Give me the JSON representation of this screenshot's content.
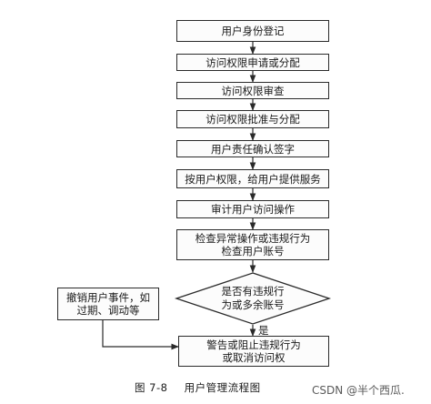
{
  "nodes": {
    "register": "用户身份登记",
    "apply": "访问权限申请或分配",
    "review": "访问权限审查",
    "approve": "访问权限批准与分配",
    "confirm": "用户责任确认签字",
    "serve": "按用户权限，给用户提供服务",
    "audit": "审计用户访问操作",
    "check_line1": "检查异常操作或违规行为",
    "check_line2": "检查用户账号",
    "decision_line1": "是否有违规行",
    "decision_line2": "为或多余账号",
    "decision_yes": "是",
    "revoke_line1": "撤销用户事件，如",
    "revoke_line2": "过期、调动等",
    "warn_line1": "警告或阻止违规行为",
    "warn_line2": "或取消访问权"
  },
  "caption": {
    "number": "图 7-8",
    "title": "用户管理流程图"
  },
  "watermark": "CSDN @半个西瓜."
}
